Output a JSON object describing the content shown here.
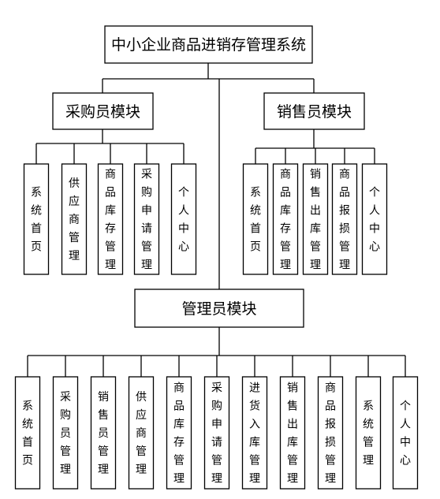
{
  "root": {
    "label": "中小企业商品进销存管理系统"
  },
  "modules": [
    {
      "label": "采购员模块",
      "children": [
        "系统首页",
        "供应商管理",
        "商品库存管理",
        "采购申请管理",
        "个人中心"
      ]
    },
    {
      "label": "销售员模块",
      "children": [
        "系统首页",
        "商品库存管理",
        "销售出库管理",
        "商品报损管理",
        "个人中心"
      ]
    },
    {
      "label": "管理员模块",
      "children": [
        "系统首页",
        "采购员管理",
        "销售员管理",
        "供应商管理",
        "商品库存管理",
        "采购申请管理",
        "进货入库管理",
        "销售出库管理",
        "商品报损管理",
        "系统管理",
        "个人中心"
      ]
    }
  ]
}
